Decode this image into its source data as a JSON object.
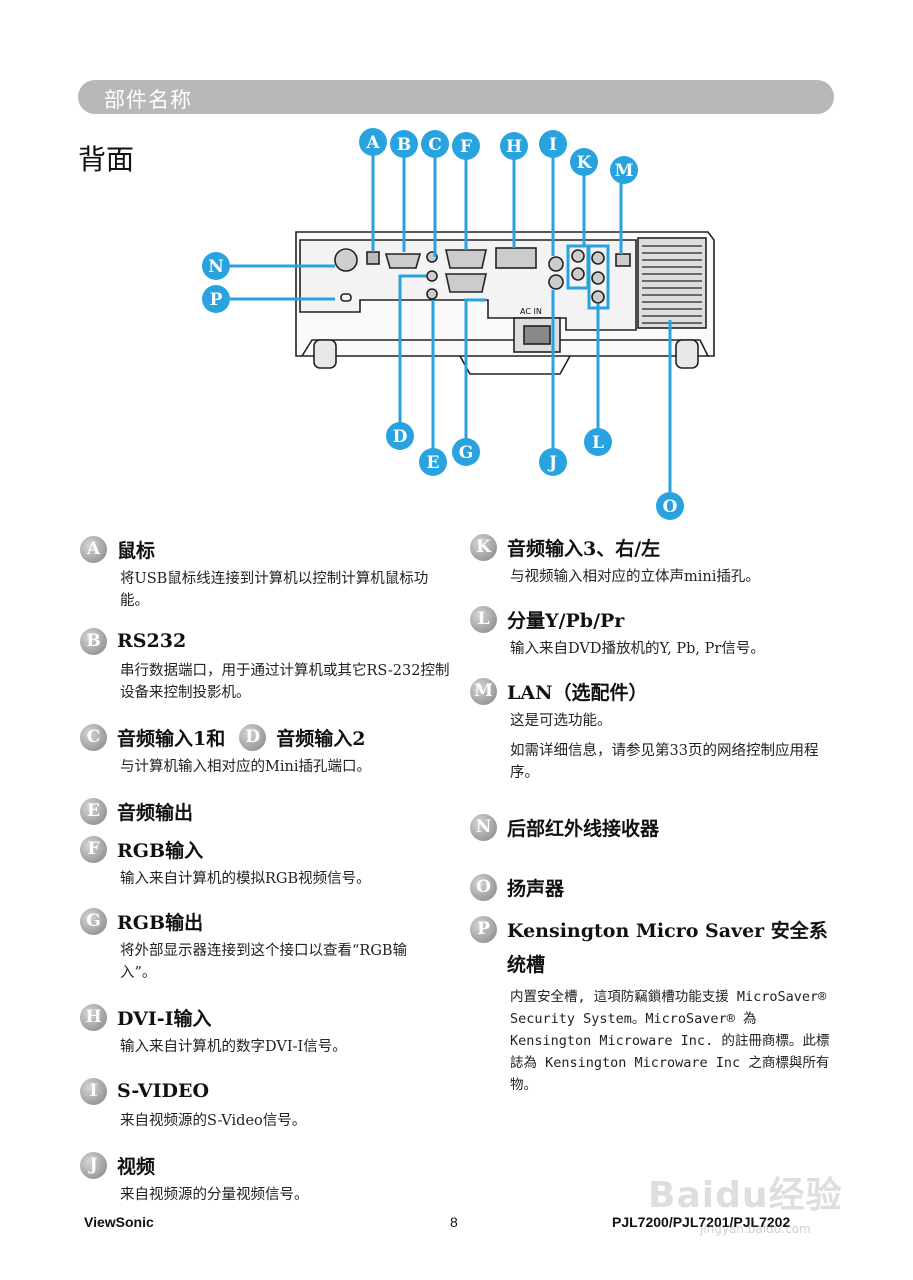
{
  "header": {
    "section_title": "部件名称",
    "page_title": "背面"
  },
  "diagram": {
    "callout_color": "#29a3e0",
    "callouts": [
      "A",
      "B",
      "C",
      "F",
      "H",
      "I",
      "K",
      "M",
      "N",
      "P",
      "D",
      "E",
      "G",
      "J",
      "L",
      "O"
    ],
    "ac_label": "AC IN"
  },
  "items_left": [
    {
      "badge": "A",
      "title": "鼠标",
      "desc": "将USB鼠标线连接到计算机以控制计算机鼠标功能。"
    },
    {
      "badge": "B",
      "title": "RS232",
      "desc": "串行数据端口，用于通过计算机或其它RS-232控制设备来控制投影机。"
    },
    {
      "badge": "C",
      "title": "音频输入1和",
      "badge2": "D",
      "title2": "音频输入2",
      "desc": "与计算机输入相对应的Mini插孔端口。"
    },
    {
      "badge": "E",
      "title": "音频输出",
      "desc": ""
    },
    {
      "badge": "F",
      "title": "RGB输入",
      "desc": "输入来自计算机的模拟RGB视频信号。"
    },
    {
      "badge": "G",
      "title": "RGB输出",
      "desc": "将外部显示器连接到这个接口以查看“RGB输入”。"
    },
    {
      "badge": "H",
      "title": "DVI-I输入",
      "desc": "输入来自计算机的数字DVI-I信号。"
    },
    {
      "badge": "I",
      "title": "S-VIDEO",
      "desc": "来自视频源的S-Video信号。"
    },
    {
      "badge": "J",
      "title": "视频",
      "desc": "来自视频源的分量视频信号。"
    }
  ],
  "items_right": [
    {
      "badge": "K",
      "title": "音频输入3、右/左",
      "desc": "与视频输入相对应的立体声mini插孔。"
    },
    {
      "badge": "L",
      "title": "分量Y/Pb/Pr",
      "desc": "输入来自DVD播放机的Y, Pb, Pr信号。"
    },
    {
      "badge": "M",
      "title": "LAN（选配件）",
      "desc": "这是可选功能。",
      "desc2": "如需详细信息，请参见第33页的网络控制应用程序。"
    },
    {
      "badge": "N",
      "title": "后部红外线接收器",
      "desc": ""
    },
    {
      "badge": "O",
      "title": "扬声器",
      "desc": ""
    },
    {
      "badge": "P",
      "title": "Kensington Micro Saver  安全系统槽",
      "desc": "内置安全槽, 這項防竊鎖槽功能支援 MicroSaver® Security System。MicroSaver® 為 Kensington Microware Inc. 的註冊商標。此標誌為 Kensington Microware Inc 之商標與所有物。"
    }
  ],
  "footer": {
    "brand": "ViewSonic",
    "page_number": "8",
    "model": "PJL7200/PJL7201/PJL7202"
  },
  "watermark": {
    "text": "Baidu经验",
    "sub": "jingyan.baidu.com"
  }
}
